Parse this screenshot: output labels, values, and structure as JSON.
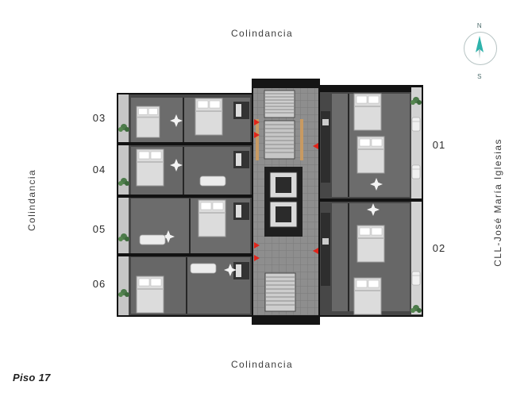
{
  "labels": {
    "top": "Colindancia",
    "bottom": "Colindancia",
    "left": "Colindancia",
    "right": "CLL-José María Iglesias",
    "floor": "Piso 17"
  },
  "compass": {
    "north": "N",
    "south": "S",
    "needle_color": "#2fb3ac"
  },
  "units": {
    "left": [
      "03",
      "04",
      "05",
      "06"
    ],
    "right": [
      "01",
      "02"
    ]
  },
  "colors": {
    "background": "#ffffff",
    "text": "#3c3c3c",
    "arrow_red": "#e0241a",
    "wall_dark": "#151515",
    "room_gray": "#6c6c6c",
    "corridor_gray": "#8e8e8e",
    "furniture_white": "#e6e6e6",
    "plant_green": "#4c7a4a",
    "wood_accent": "#c89a62"
  }
}
